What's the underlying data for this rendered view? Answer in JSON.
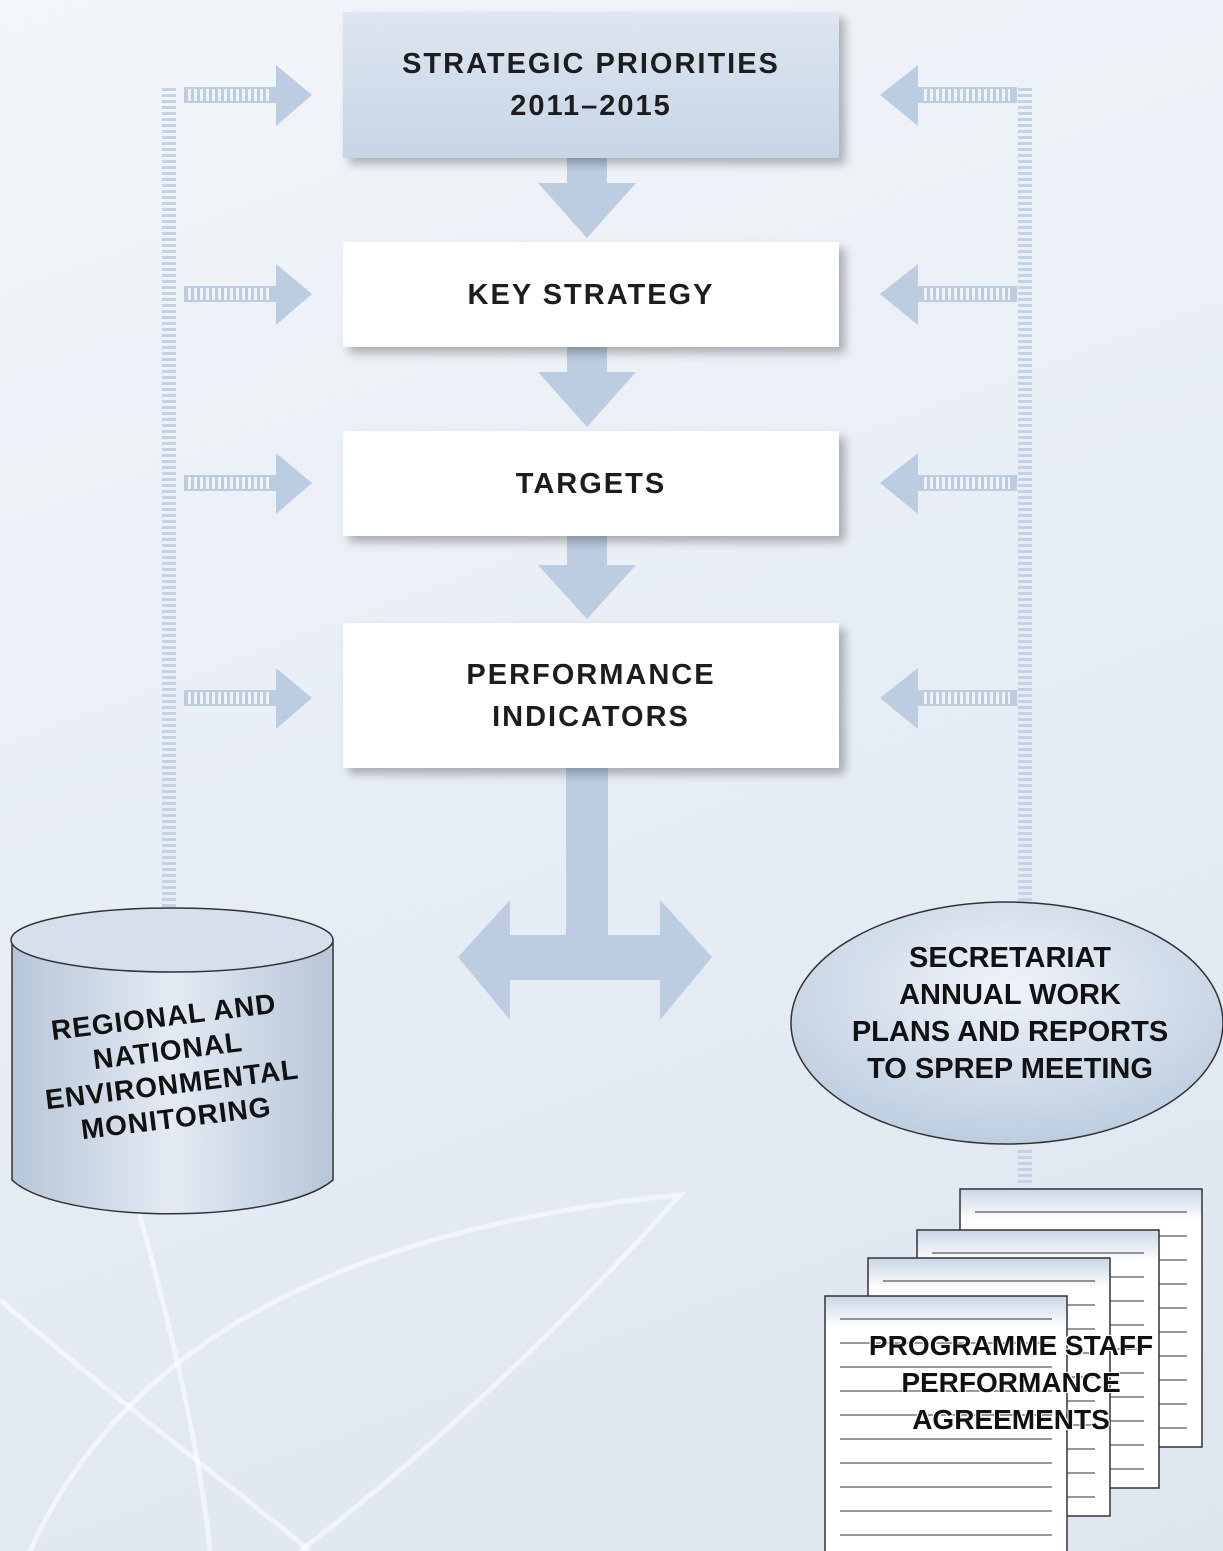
{
  "diagram": {
    "boxes": {
      "strategic_priorities": "STRATEGIC PRIORITIES\n2011–2015",
      "key_strategy": "KEY STRATEGY",
      "targets": "TARGETS",
      "performance_indicators": "PERFORMANCE\nINDICATORS"
    },
    "monitoring": "REGIONAL AND\nNATIONAL\nENVIRONMENTAL\nMONITORING",
    "secretariat": "SECRETARIAT\nANNUAL WORK\nPLANS AND REPORTS\nTO SPREP MEETING",
    "agreements": "PROGRAMME STAFF\nPERFORMANCE\nAGREEMENTS"
  },
  "colors": {
    "arrow": "#bccde2",
    "box_blue": "#cfdbe9",
    "oval": "#c9d7e8",
    "drum": "#c7d4e4"
  }
}
